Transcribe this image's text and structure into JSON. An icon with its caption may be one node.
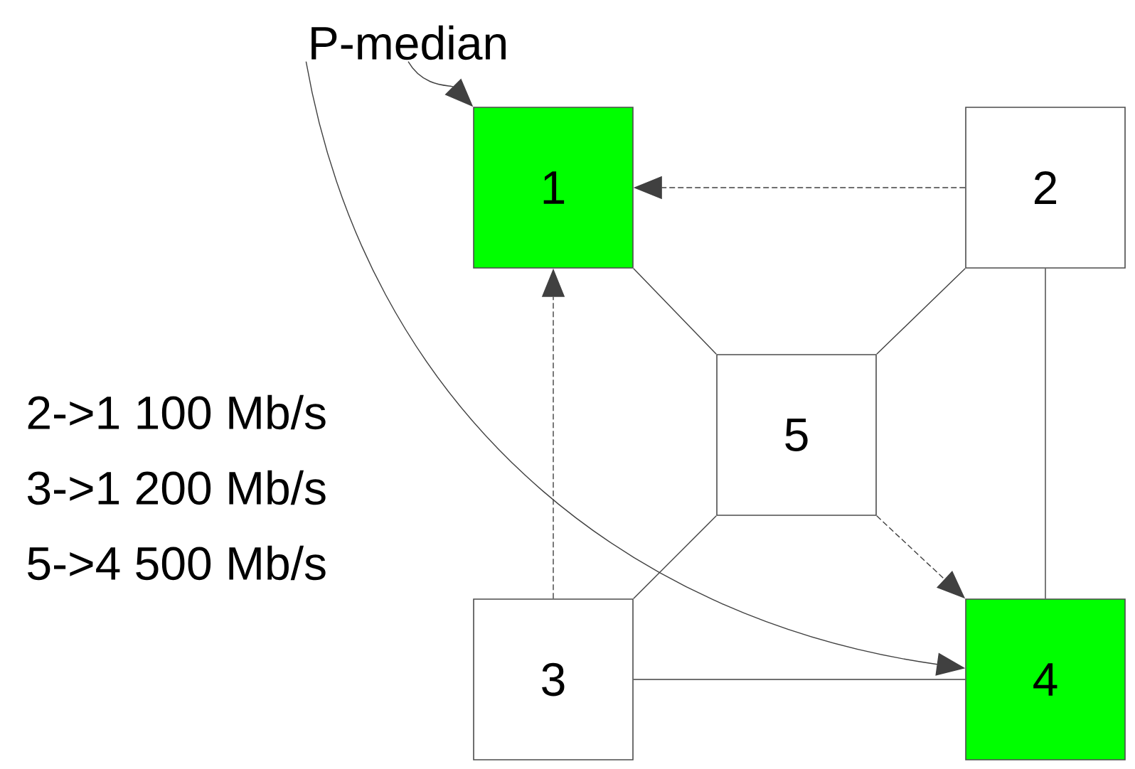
{
  "diagram": {
    "nodes": [
      {
        "text": [
          "P-median"
        ]
      },
      {
        "text": [
          "1"
        ]
      },
      {
        "text": [
          "2"
        ]
      },
      {
        "text": [
          "5"
        ]
      },
      {
        "text": [
          "3"
        ]
      },
      {
        "text": [
          "4"
        ]
      }
    ],
    "edges": [
      {
        "from": 0,
        "to": 1,
        "arrow": "to"
      },
      {
        "from": 0,
        "to": 5,
        "arrow": "to"
      },
      {
        "from": 2,
        "to": 1,
        "arrow": "to",
        "style": "dashed"
      },
      {
        "from": 4,
        "to": 1,
        "arrow": "to",
        "style": "dashed"
      },
      {
        "from": 3,
        "to": 5,
        "arrow": "to",
        "style": "dashed"
      },
      {
        "from": 1,
        "to": 3,
        "arrow": "none"
      },
      {
        "from": 2,
        "to": 3,
        "arrow": "none"
      },
      {
        "from": 4,
        "to": 3,
        "arrow": "none"
      },
      {
        "from": 2,
        "to": 5,
        "arrow": "none"
      },
      {
        "from": 4,
        "to": 5,
        "arrow": "none"
      }
    ],
    "labels": [
      "2->1 100 Mb/s",
      "3->1 200 Mb/s",
      "5->4 500 Mb/s"
    ]
  }
}
